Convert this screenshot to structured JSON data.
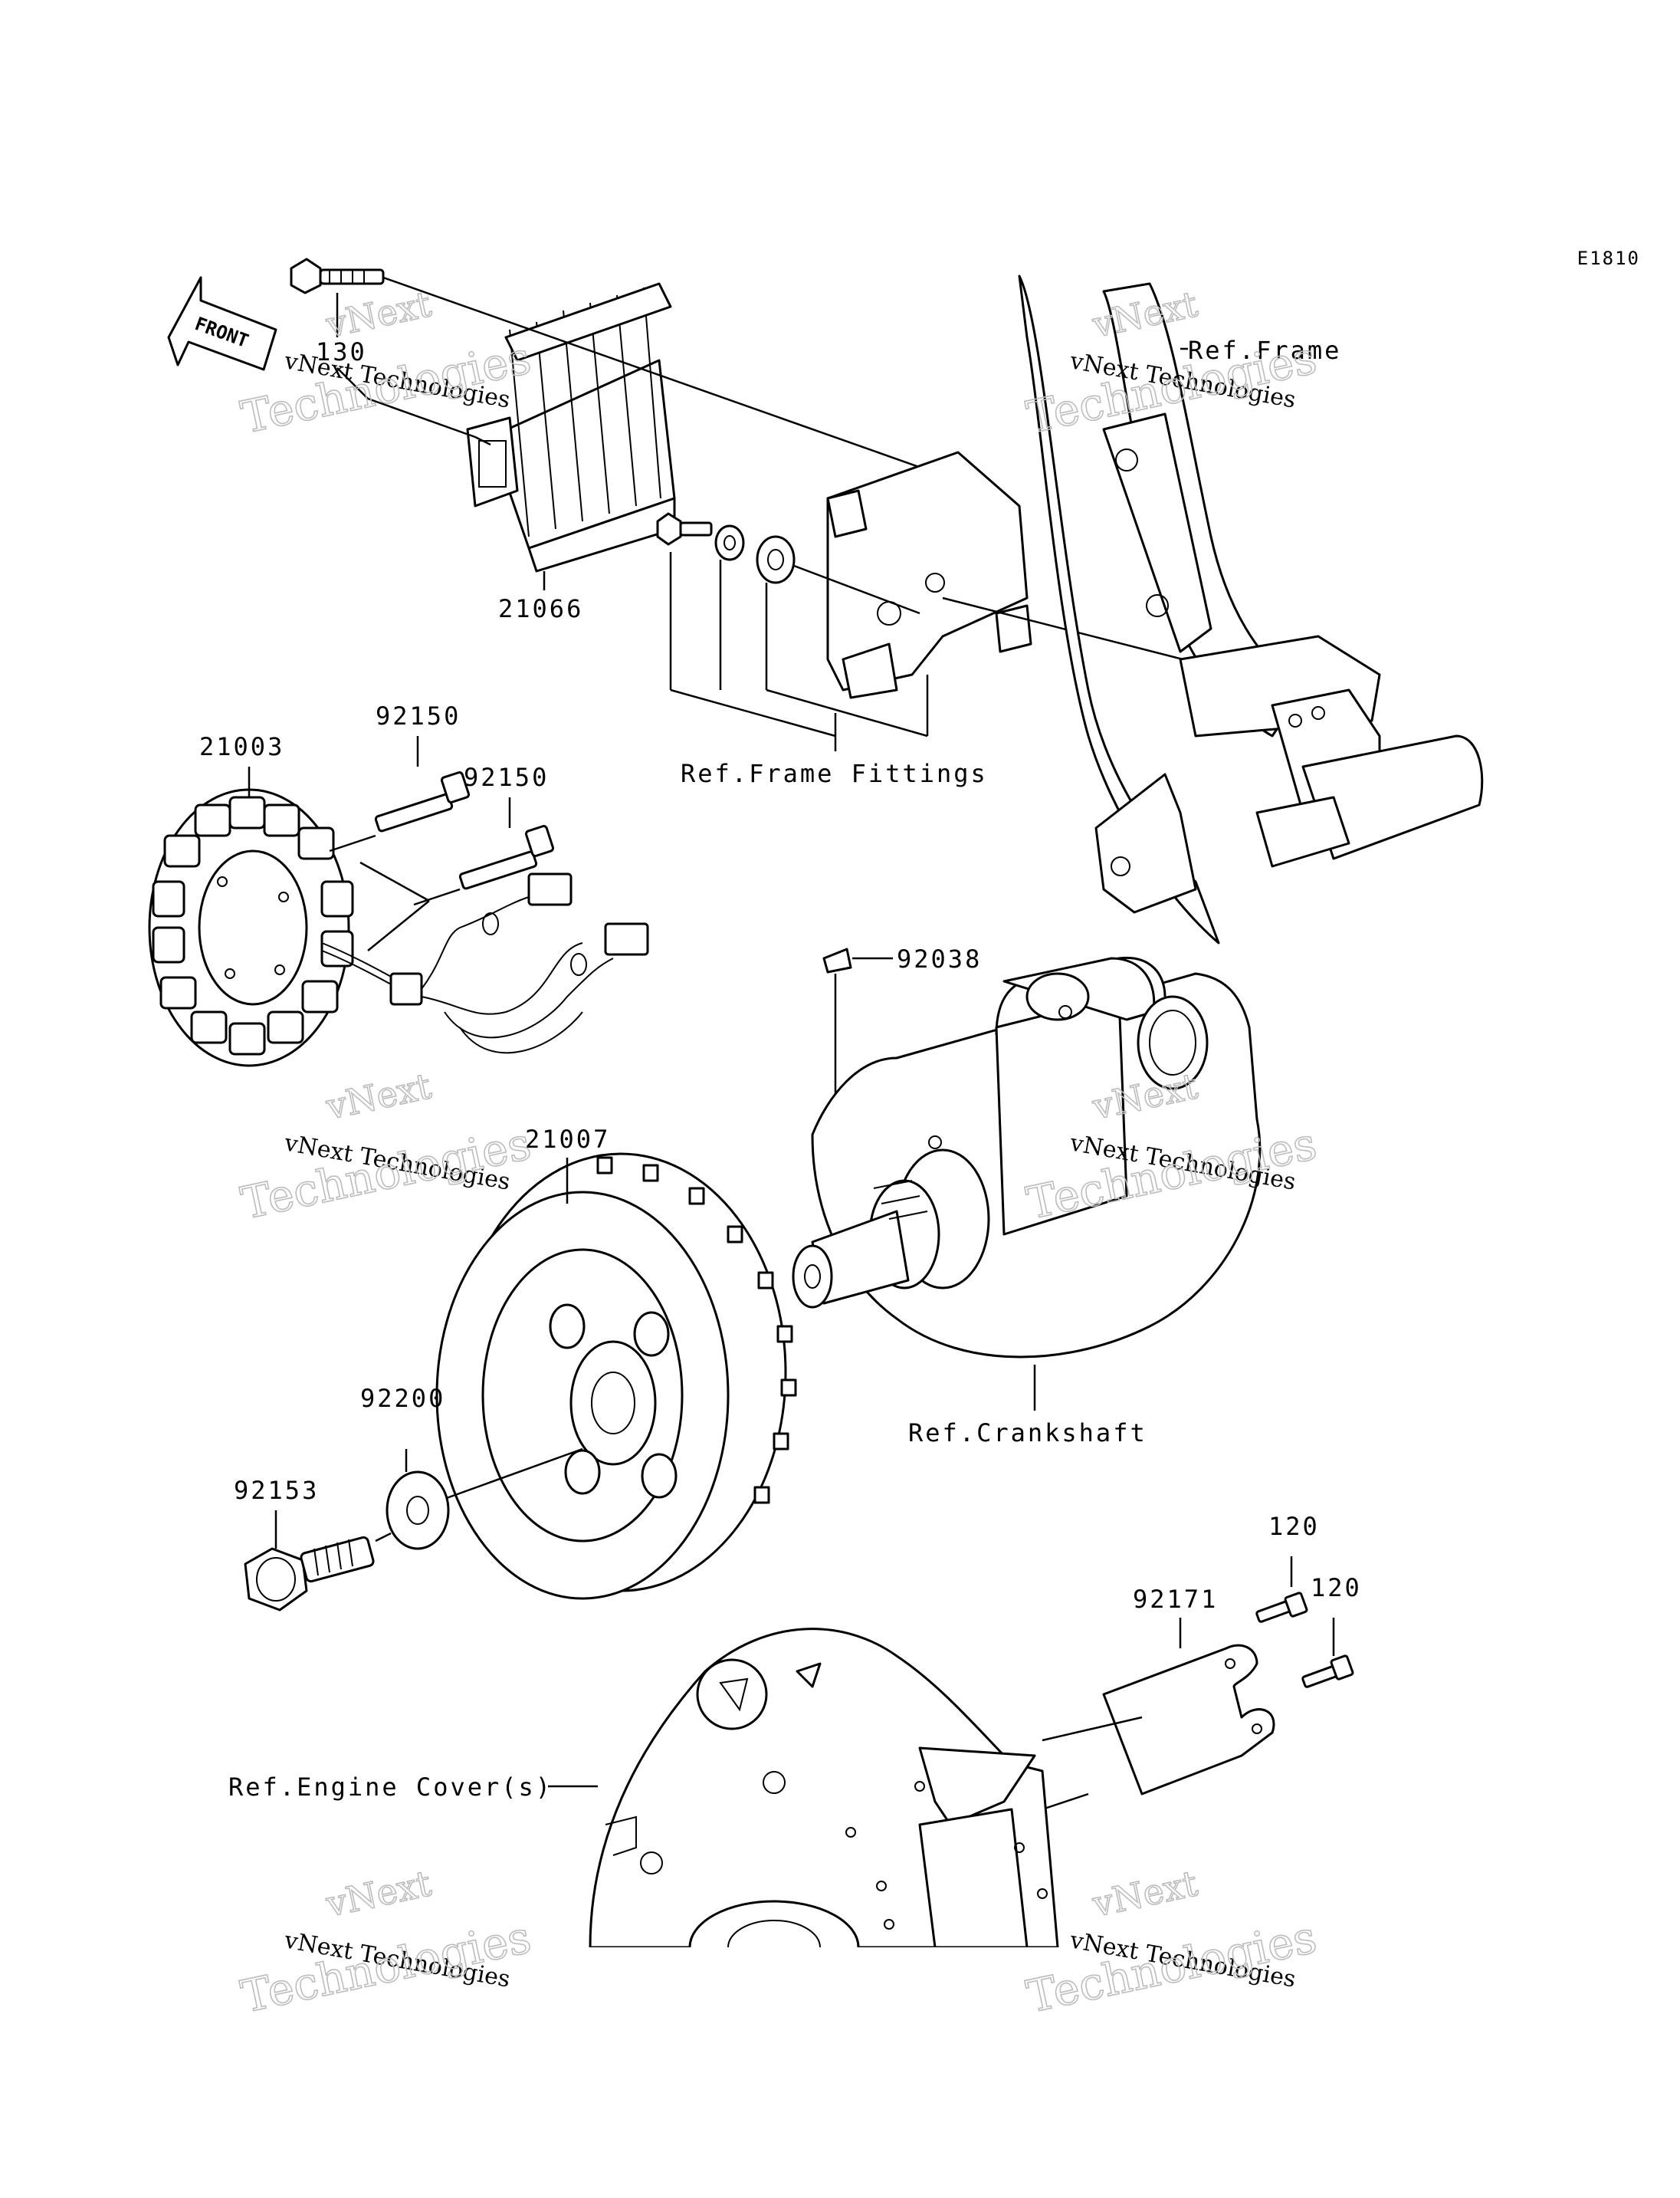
{
  "diagram_code": "E1810",
  "front_label": "FRONT",
  "part_labels": {
    "p130": "130",
    "p21066": "21066",
    "p21003": "21003",
    "p92150_a": "92150",
    "p92150_b": "92150",
    "p92038": "92038",
    "p21007": "21007",
    "p92200": "92200",
    "p92153": "92153",
    "p92171": "92171",
    "p120_a": "120",
    "p120_b": "120"
  },
  "references": {
    "frame": "Ref.Frame",
    "frame_fittings": "Ref.Frame Fittings",
    "crankshaft": "Ref.Crankshaft",
    "engine_cover": "Ref.Engine Cover(s)"
  },
  "watermark": {
    "line1": "vNext",
    "line2": "vNext Technologies",
    "line3": "Technologies"
  }
}
